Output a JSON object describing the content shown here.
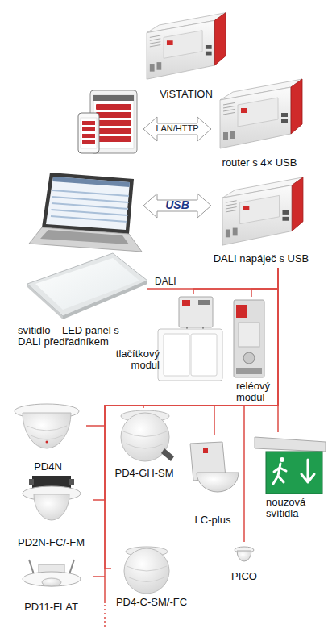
{
  "diagram": {
    "nodes": [
      {
        "text": [
          "ViSTATION"
        ]
      },
      {
        "text": [
          "router s 4× USB"
        ]
      },
      {
        "text": [
          "DALI napáječ s USB"
        ]
      },
      {
        "text": [
          "svítidlo – LED panel s DALI předřadníkem"
        ]
      },
      {
        "text": [
          "tlačítkový modul"
        ]
      },
      {
        "text": [
          "reléový modul"
        ]
      },
      {
        "text": [
          "PD4N"
        ]
      },
      {
        "text": [
          "PD4-GH-SM"
        ]
      },
      {
        "text": [
          "LC-plus"
        ]
      },
      {
        "text": [
          "nouzová svítidla"
        ]
      },
      {
        "text": [
          "PD2N-FC/-FM"
        ]
      },
      {
        "text": [
          "PICO"
        ]
      },
      {
        "text": [
          "PD11-FLAT"
        ]
      },
      {
        "text": [
          "PD4-C-SM/-FC"
        ]
      }
    ],
    "edges": [
      {
        "from": 2,
        "to": 3,
        "label": "DALI",
        "arrow": "none"
      },
      {
        "from": 2,
        "to": 4,
        "arrow": "none"
      },
      {
        "from": 2,
        "to": 5,
        "arrow": "none"
      },
      {
        "from": 2,
        "to": 6,
        "arrow": "none"
      },
      {
        "from": 2,
        "to": 7,
        "arrow": "none"
      },
      {
        "from": 2,
        "to": 8,
        "arrow": "none"
      },
      {
        "from": 2,
        "to": 9,
        "arrow": "none"
      },
      {
        "from": 2,
        "to": 10,
        "arrow": "none"
      },
      {
        "from": 2,
        "to": 11,
        "arrow": "none"
      },
      {
        "from": 2,
        "to": 12,
        "arrow": "none"
      },
      {
        "from": 2,
        "to": 13,
        "arrow": "none"
      }
    ],
    "labels": [
      "LAN/HTTP",
      "USB"
    ]
  }
}
